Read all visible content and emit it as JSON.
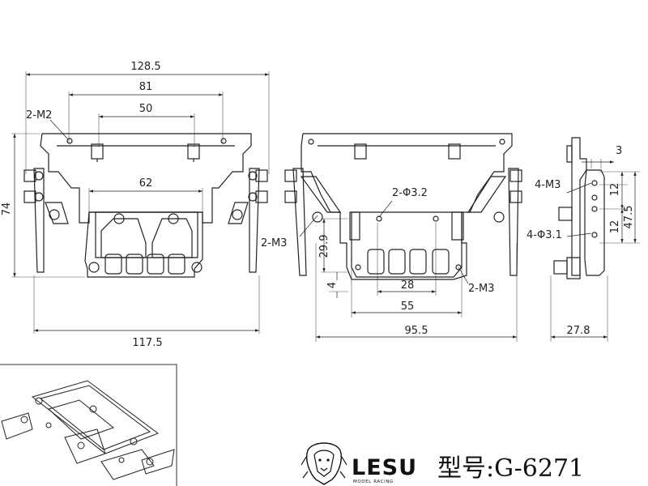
{
  "front_view": {
    "overall_width": "128.5",
    "mount_spacing": "81",
    "inner_spacing": "50",
    "plate_width": "62",
    "height": "74",
    "base_width": "117.5",
    "hole_callout": "2-M2"
  },
  "middle_view": {
    "hole_callout_top": "2-Φ3.2",
    "hole_callout_left": "2-M3",
    "hole_callout_right": "2-M3",
    "height": "29.9",
    "offset": "4",
    "hole_spacing": "28",
    "plate_width": "55",
    "base_width": "95.5"
  },
  "side_view": {
    "top_offset": "3",
    "hole_callout_upper": "4-M3",
    "hole_callout_lower": "4-Φ3.1",
    "hole_pitch_upper": "12",
    "hole_pitch_lower": "12",
    "slot_height": "47.5",
    "depth": "27.8"
  },
  "brand": {
    "name": "LESU",
    "subtitle": "MODEL RACING"
  },
  "model_label": "型号:G-6271"
}
